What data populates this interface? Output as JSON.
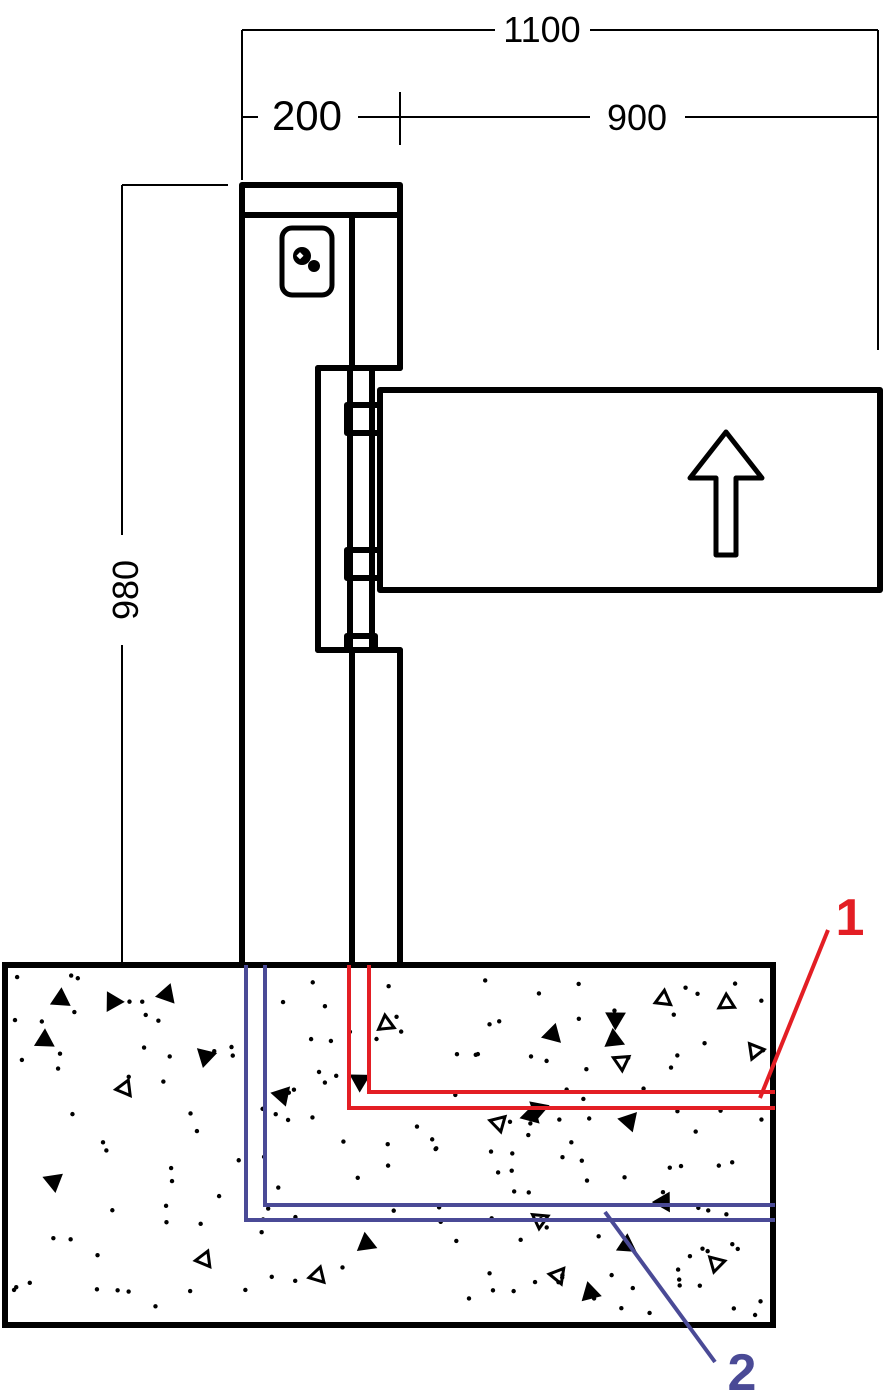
{
  "dimensions": {
    "total_width": "1100",
    "post_width": "200",
    "arm_width": "900",
    "height": "980"
  },
  "callouts": [
    {
      "label": "1",
      "color": "#e31e24"
    },
    {
      "label": "2",
      "color": "#4a4a96"
    }
  ]
}
